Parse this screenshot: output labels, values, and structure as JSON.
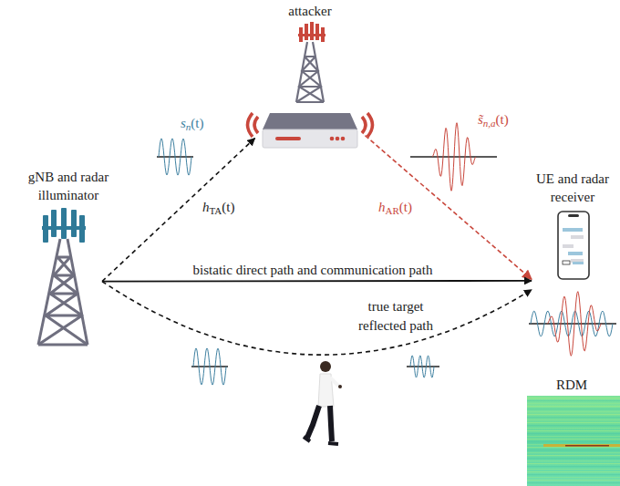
{
  "diagram": {
    "nodes": [
      {
        "text": [
          "attacker"
        ]
      },
      {
        "text": [
          "gNB and radar illuminator"
        ]
      },
      {
        "text": [
          "UE and radar receiver"
        ]
      }
    ],
    "edges": [
      {
        "from": 1,
        "to": 0,
        "arrow": "to"
      },
      {
        "from": 0,
        "to": 2,
        "arrow": "to"
      },
      {
        "from": 1,
        "to": 2,
        "label": "bistatic direct path and communication path",
        "arrow": "to"
      },
      {
        "from": 1,
        "to": 2,
        "label": "true target reflected path",
        "arrow": "to"
      }
    ],
    "labels": [
      "s",
      "n",
      "(t)",
      "h",
      "TA",
      "(t)",
      "h",
      "AR",
      "(t)",
      "s̃",
      "n,a",
      "(t)",
      "RDM"
    ]
  }
}
